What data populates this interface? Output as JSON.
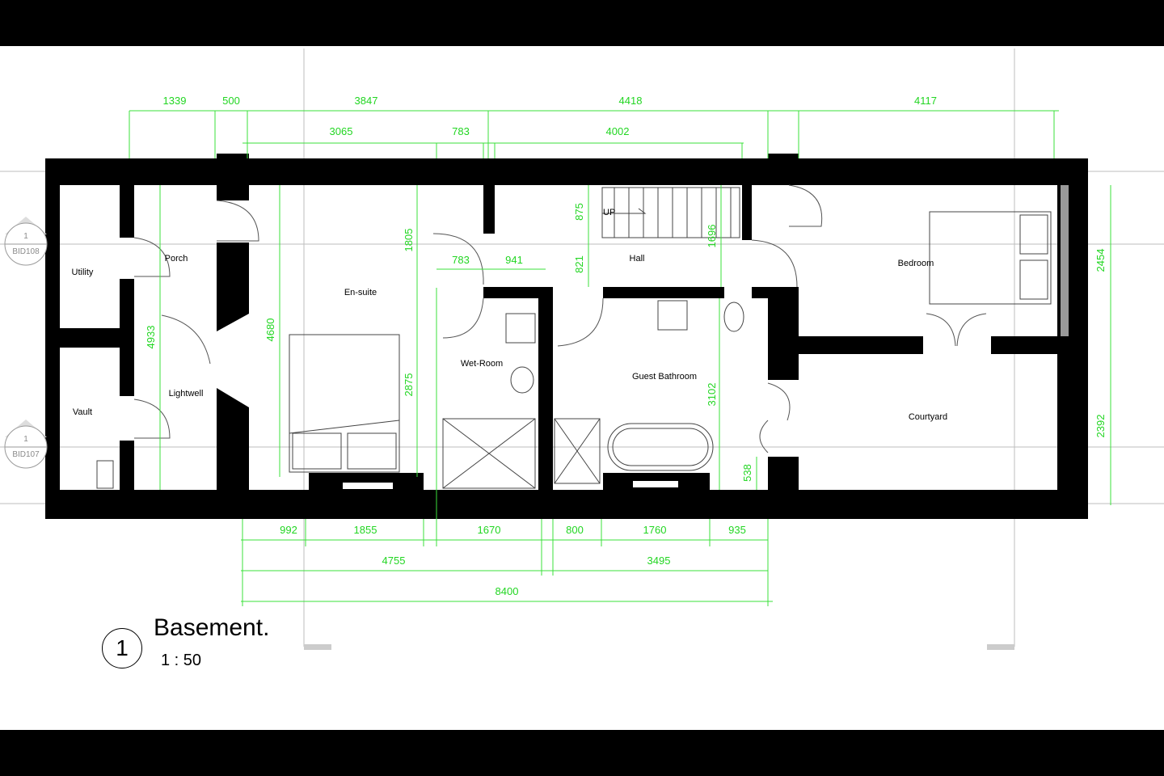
{
  "title": {
    "number": "1",
    "name": "Basement.",
    "scale": "1 : 50"
  },
  "rooms": {
    "utility": "Utility",
    "porch": "Porch",
    "vault": "Vault",
    "lightwell": "Lightwell",
    "ensuite": "En-suite",
    "wetroom": "Wet-Room",
    "hall": "Hall",
    "guest_bathroom": "Guest Bathroom",
    "bedroom": "Bedroom",
    "courtyard": "Courtyard"
  },
  "stair_label": "UP",
  "section_markers": [
    {
      "number": "1",
      "ref": "BID108"
    },
    {
      "number": "1",
      "ref": "BID107"
    }
  ],
  "dimensions": {
    "top_row1": [
      "1339",
      "500",
      "3847",
      "4418",
      "4117"
    ],
    "top_row2": [
      "3065",
      "783",
      "4002"
    ],
    "mid": [
      "783",
      "941"
    ],
    "vertical": [
      "875",
      "821",
      "1805",
      "1696",
      "4933",
      "4680",
      "2875",
      "3102",
      "538",
      "2454",
      "2392"
    ],
    "bottom_row1": [
      "992",
      "1855",
      "1670",
      "800",
      "1760",
      "935"
    ],
    "bottom_row2": [
      "4755",
      "3495"
    ],
    "bottom_total": "8400"
  },
  "colors": {
    "dimension": "#22d622",
    "wall": "#000000",
    "background": "#ffffff"
  }
}
